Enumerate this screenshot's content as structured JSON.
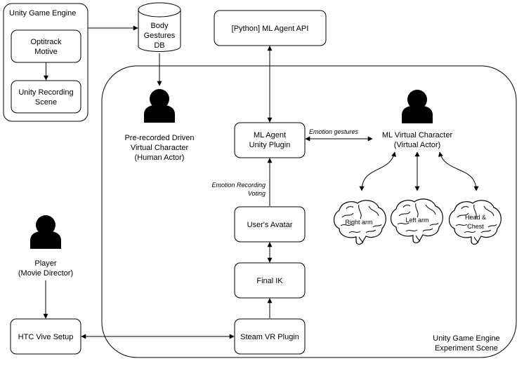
{
  "unity_engine": {
    "title": "Unity Game Engine",
    "optitrack": [
      "Optitrack",
      "Motive"
    ],
    "recording": [
      "Unity Recording",
      "Scene"
    ]
  },
  "db": {
    "lines": [
      "Body",
      "Gestures",
      "DB"
    ]
  },
  "ml_api": {
    "label": "[Python] ML Agent API"
  },
  "ml_plugin": {
    "lines": [
      "ML Agent",
      "Unity Plugin"
    ]
  },
  "emotion_gestures": {
    "label": "Emotion gestures"
  },
  "ml_character": {
    "lines": [
      "ML Virtual Character",
      "(Virtual Actor)"
    ]
  },
  "prerecorded": {
    "lines": [
      "Pre-recorded Driven",
      "Virtual Character",
      "(Human Actor)"
    ]
  },
  "emotion_voting": {
    "lines": [
      "Emotion Recording",
      "Voting"
    ]
  },
  "avatar": {
    "label": "User's Avatar"
  },
  "brains": {
    "right_arm": "Right arm",
    "left_arm": "Left arm",
    "head_chest": [
      "Head &",
      "Chest"
    ]
  },
  "player": {
    "lines": [
      "Player",
      "(Movie Director)"
    ]
  },
  "final_ik": {
    "label": "Final IK"
  },
  "htc": {
    "label": "HTC Vive Setup"
  },
  "steam": {
    "label": "Steam VR Plugin"
  },
  "experiment": {
    "lines": [
      "Unity Game Engine",
      "Experiment Scene"
    ]
  }
}
